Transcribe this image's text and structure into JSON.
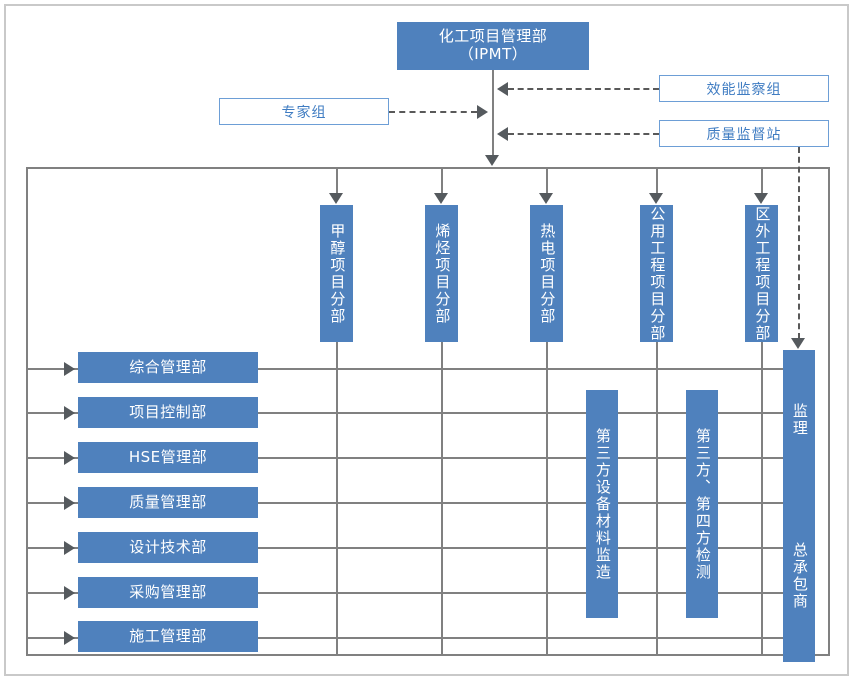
{
  "diagram": {
    "title_box": {
      "line1": "化工项目管理部",
      "line2": "（IPMT）"
    },
    "side_boxes": [
      {
        "id": "expert-group",
        "label": "专家组"
      },
      {
        "id": "efficiency-inspection-group",
        "label": "效能监察组"
      },
      {
        "id": "quality-supervision-station",
        "label": "质量监督站"
      }
    ],
    "project_divisions": [
      {
        "id": "methanol",
        "label": "甲醇项目分部"
      },
      {
        "id": "olefin",
        "label": "烯烃项目分部"
      },
      {
        "id": "thermal-power",
        "label": "热电项目分部"
      },
      {
        "id": "utility-engineering",
        "label": "公用工程项目分部"
      },
      {
        "id": "out-of-zone-engineering",
        "label": "区外工程项目分部"
      }
    ],
    "departments": [
      {
        "id": "general-management",
        "label": "综合管理部"
      },
      {
        "id": "project-control",
        "label": "项目控制部"
      },
      {
        "id": "hse-management",
        "label": "HSE管理部"
      },
      {
        "id": "quality-management",
        "label": "质量管理部"
      },
      {
        "id": "design-technology",
        "label": "设计技术部"
      },
      {
        "id": "procurement-management",
        "label": "采购管理部"
      },
      {
        "id": "construction-management",
        "label": "施工管理部"
      }
    ],
    "third_party_columns": [
      {
        "id": "third-party-equipment-supervision",
        "label": "第三方设备材料监造"
      },
      {
        "id": "third-fourth-party-inspection",
        "label": "第三方、第四方检测"
      }
    ],
    "right_column": {
      "id": "supervisor-contractor",
      "upper_label": "监理",
      "lower_label": "总承包商"
    },
    "colors": {
      "box_fill": "#4f81bd",
      "outline_box_border": "#6d9ed6",
      "outline_box_text": "#3f7cc2",
      "line": "#808080",
      "dashed_line": "#595959",
      "arrow": "#555a5e",
      "page_border": "#c9c9c9"
    }
  }
}
